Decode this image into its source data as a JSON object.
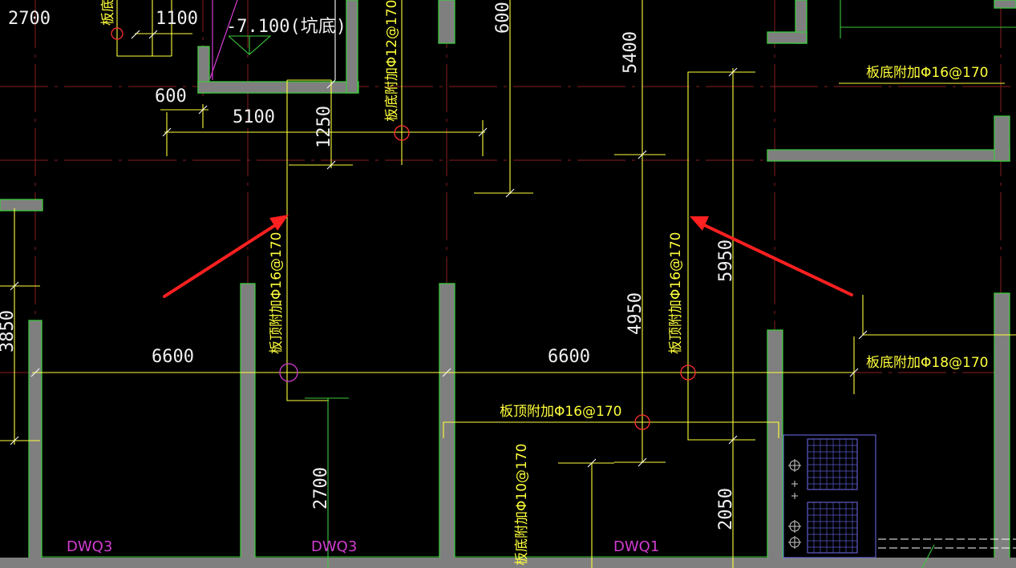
{
  "dimensions": {
    "d_2700_top": "2700",
    "d_1100": "1100",
    "d_600_left": "600",
    "d_5100": "5100",
    "d_1250": "1250",
    "d_600_top": "600",
    "d_5400": "5400",
    "d_5950": "5950",
    "d_4950": "4950",
    "d_3850": "3850",
    "d_6600_left": "6600",
    "d_6600_mid": "6600",
    "d_2700_bottom": "2700",
    "d_2050": "2050"
  },
  "elevation": {
    "pit_bottom": "-7.100(坑底)"
  },
  "rebar_labels": {
    "top_left_cut": "板底附",
    "bottom_12": "板底附加Φ12@170",
    "bottom_16_top_right": "板底附加Φ16@170",
    "top_16_vertical_left": "板顶附加Φ16@170",
    "top_16_vertical_mid": "板顶附加Φ16@170",
    "top_16_horizontal": "板顶附加Φ16@170",
    "bottom_18": "板底附加Φ18@170",
    "bottom_10": "板底附加Φ10@170"
  },
  "wall_tags": {
    "left": "DWQ3",
    "middle": "DWQ3",
    "right": "DWQ1"
  },
  "colors": {
    "background": "#000000",
    "dimension_text": "#f0f0f0",
    "rebar_text": "#ffff3c",
    "wall_tag_text": "#d23cd2",
    "wall_fill": "#7f7f7f",
    "wall_outline": "#3cc83c",
    "arrow": "#ff2020",
    "axis_line": "#8a1e1e"
  }
}
